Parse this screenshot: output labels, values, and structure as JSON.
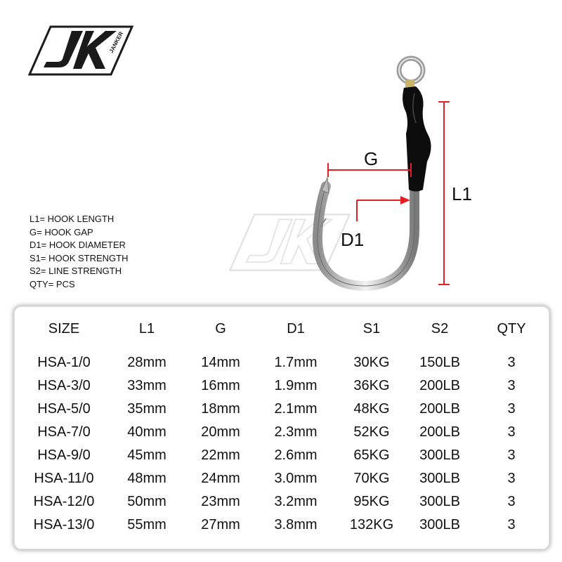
{
  "logo": {
    "text": "JANKER"
  },
  "dimensions": {
    "g": "G",
    "l1": "L1",
    "d1": "D1"
  },
  "legend": [
    "L1= HOOK LENGTH",
    "G= HOOK GAP",
    "D1= HOOK DIAMETER",
    "S1= HOOK STRENGTH",
    "S2= LINE STRENGTH",
    "QTY= PCS"
  ],
  "table": {
    "headers": [
      "SIZE",
      "L1",
      "G",
      "D1",
      "S1",
      "S2",
      "QTY"
    ],
    "rows": [
      [
        "HSA-1/0",
        "28mm",
        "14mm",
        "1.7mm",
        "30KG",
        "150LB",
        "3"
      ],
      [
        "HSA-3/0",
        "33mm",
        "16mm",
        "1.9mm",
        "36KG",
        "200LB",
        "3"
      ],
      [
        "HSA-5/0",
        "35mm",
        "18mm",
        "2.1mm",
        "48KG",
        "200LB",
        "3"
      ],
      [
        "HSA-7/0",
        "40mm",
        "20mm",
        "2.3mm",
        "52KG",
        "200LB",
        "3"
      ],
      [
        "HSA-9/0",
        "45mm",
        "22mm",
        "2.6mm",
        "65KG",
        "300LB",
        "3"
      ],
      [
        "HSA-11/0",
        "48mm",
        "24mm",
        "3.0mm",
        "70KG",
        "300LB",
        "3"
      ],
      [
        "HSA-12/0",
        "50mm",
        "23mm",
        "3.2mm",
        "95KG",
        "300LB",
        "3"
      ],
      [
        "HSA-13/0",
        "55mm",
        "27mm",
        "3.8mm",
        "132KG",
        "300LB",
        "3"
      ]
    ]
  },
  "colors": {
    "accent": "#e31e24",
    "text": "#111111",
    "logo": "#1a1a1a"
  }
}
